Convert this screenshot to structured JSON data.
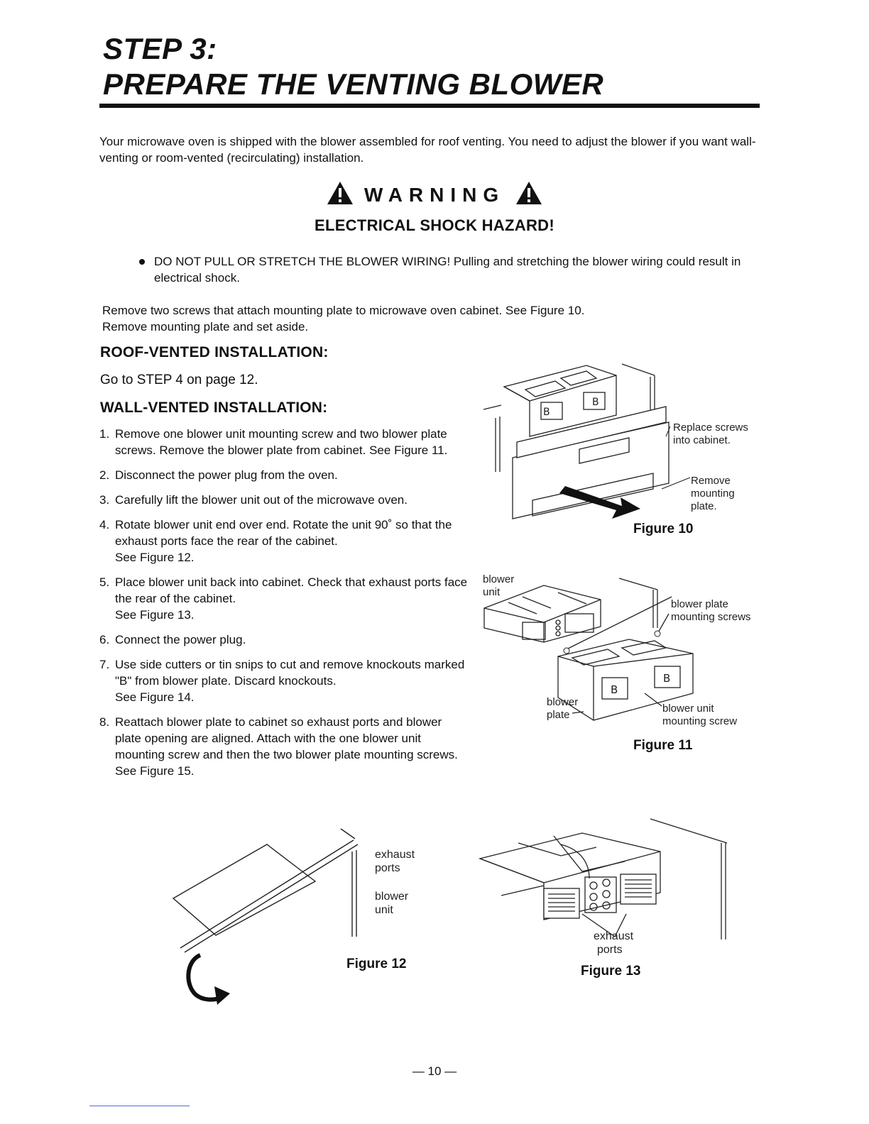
{
  "header": {
    "step": "STEP 3:",
    "title": "PREPARE THE VENTING BLOWER"
  },
  "intro": "Your microwave oven is shipped with the blower assembled for roof venting. You need to adjust the blower  if you want wall-venting or room-vented (recirculating) installation.",
  "warning": {
    "word": "WARNING",
    "hazard": "ELECTRICAL SHOCK HAZARD!",
    "bullet": "DO NOT PULL OR STRETCH THE BLOWER WIRING! Pulling and stretching the blower wiring could result in electrical shock."
  },
  "remove_lines": [
    "Remove two screws that attach mounting plate to microwave oven cabinet. See Figure 10.",
    "Remove mounting plate and set aside."
  ],
  "roof": {
    "heading": "ROOF-VENTED INSTALLATION:",
    "text": "Go to STEP 4 on page 12."
  },
  "wall": {
    "heading": "WALL-VENTED INSTALLATION:",
    "steps": [
      {
        "num": "1.",
        "text": "Remove one blower unit mounting screw and two blower plate screws. Remove the blower plate from cabinet. See Figure 11."
      },
      {
        "num": "2.",
        "text": "Disconnect the power plug from the oven."
      },
      {
        "num": "3.",
        "text": "Carefully lift the blower unit out of the microwave oven."
      },
      {
        "num": "4.",
        "text": "Rotate blower unit end over end. Rotate the unit 90˚ so that the exhaust ports face the rear of the cabinet.",
        "see": "See Figure 12."
      },
      {
        "num": "5.",
        "text": "Place blower unit back into cabinet. Check that exhaust ports face the rear of the cabinet.",
        "see": "See Figure 13."
      },
      {
        "num": "6.",
        "text": "Connect the power plug."
      },
      {
        "num": "7.",
        "text": "Use side cutters or tin snips to cut and remove knockouts marked \"B\" from blower plate. Discard knockouts.",
        "see": "See Figure 14."
      },
      {
        "num": "8.",
        "text": "Reattach blower plate to cabinet so exhaust ports and blower plate opening are aligned. Attach with the one blower unit mounting screw and then the two blower plate mounting screws. See Figure 15."
      }
    ]
  },
  "figures": {
    "fig10": {
      "caption": "Figure 10",
      "label_replace_1": "Replace screws",
      "label_replace_2": "into cabinet.",
      "label_remove_1": "Remove",
      "label_remove_2": "mounting",
      "label_remove_3": "plate.",
      "knockout": "B"
    },
    "fig11": {
      "caption": "Figure 11",
      "label_unit_1": "blower",
      "label_unit_2": "unit",
      "label_screws_1": "blower plate",
      "label_screws_2": "mounting screws",
      "label_plate_1": "blower",
      "label_plate_2": "plate",
      "label_mount_1": "blower unit",
      "label_mount_2": "mounting screw",
      "knockout": "B"
    },
    "fig12": {
      "caption": "Figure 12",
      "label_exhaust_1": "exhaust",
      "label_exhaust_2": "ports",
      "label_unit_1": "blower",
      "label_unit_2": "unit"
    },
    "fig13": {
      "caption": "Figure 13",
      "label_exhaust_1": "exhaust",
      "label_exhaust_2": "ports"
    }
  },
  "page_number": "— 10 —"
}
